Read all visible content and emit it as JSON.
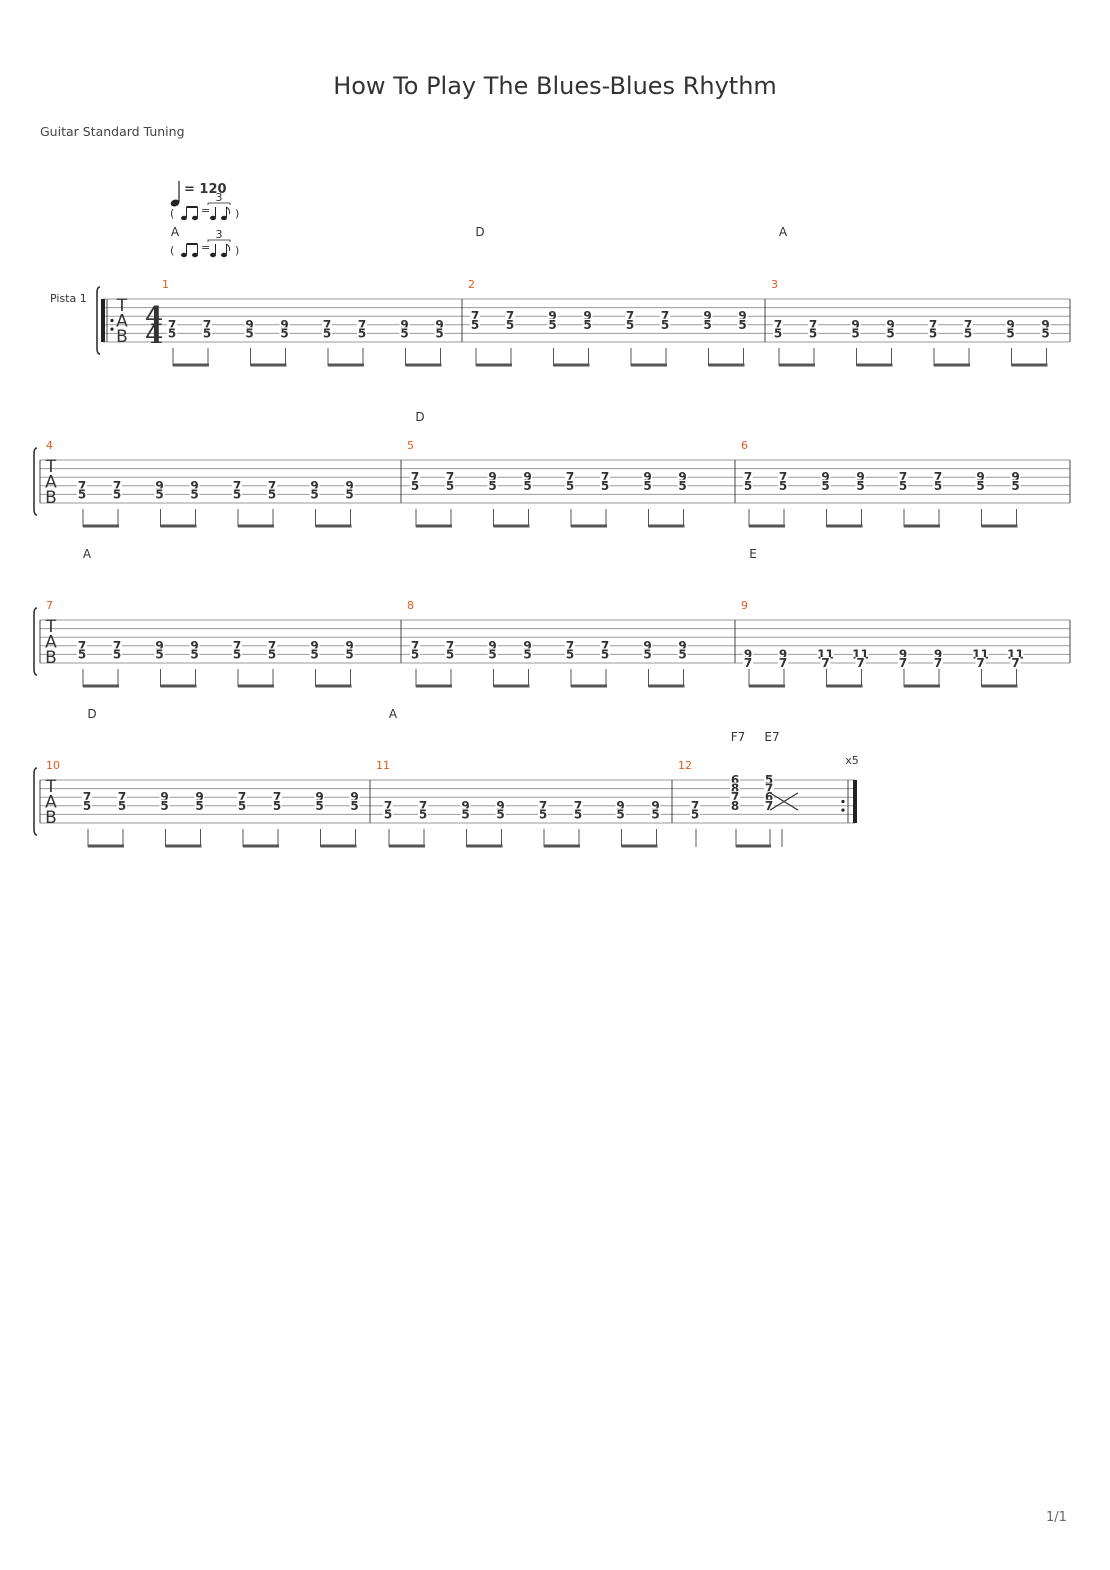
{
  "title": "How To Play The Blues-Blues Rhythm",
  "tuning": "Guitar Standard Tuning",
  "track_name": "Pista 1",
  "tempo": "= 120",
  "swing_triplet_mark": "3",
  "time_signature": {
    "top": "4",
    "bottom": "4"
  },
  "tab_letters": [
    "T",
    "A",
    "B"
  ],
  "repeat_count": "x5",
  "page_number": "1/1",
  "systems": [
    {
      "bars": [
        {
          "number": "1",
          "chords": [
            {
              "name": "A",
              "beat": -2
            }
          ],
          "beats": [
            [
              [
                "7",
                4
              ],
              [
                "5",
                5
              ]
            ],
            [
              [
                "7",
                4
              ],
              [
                "5",
                5
              ]
            ],
            [
              [
                "9",
                4
              ],
              [
                "5",
                5
              ]
            ],
            [
              [
                "9",
                4
              ],
              [
                "5",
                5
              ]
            ],
            [
              [
                "7",
                4
              ],
              [
                "5",
                5
              ]
            ],
            [
              [
                "7",
                4
              ],
              [
                "5",
                5
              ]
            ],
            [
              [
                "9",
                4
              ],
              [
                "5",
                5
              ]
            ],
            [
              [
                "9",
                4
              ],
              [
                "5",
                5
              ]
            ]
          ]
        },
        {
          "number": "2",
          "chords": [
            {
              "name": "D",
              "beat": 0
            }
          ],
          "beats": [
            [
              [
                "7",
                3
              ],
              [
                "5",
                4
              ]
            ],
            [
              [
                "7",
                3
              ],
              [
                "5",
                4
              ]
            ],
            [
              [
                "9",
                3
              ],
              [
                "5",
                4
              ]
            ],
            [
              [
                "9",
                3
              ],
              [
                "5",
                4
              ]
            ],
            [
              [
                "7",
                3
              ],
              [
                "5",
                4
              ]
            ],
            [
              [
                "7",
                3
              ],
              [
                "5",
                4
              ]
            ],
            [
              [
                "9",
                3
              ],
              [
                "5",
                4
              ]
            ],
            [
              [
                "9",
                3
              ],
              [
                "5",
                4
              ]
            ]
          ]
        },
        {
          "number": "3",
          "chords": [
            {
              "name": "A",
              "beat": 0
            }
          ],
          "beats": [
            [
              [
                "7",
                4
              ],
              [
                "5",
                5
              ]
            ],
            [
              [
                "7",
                4
              ],
              [
                "5",
                5
              ]
            ],
            [
              [
                "9",
                4
              ],
              [
                "5",
                5
              ]
            ],
            [
              [
                "9",
                4
              ],
              [
                "5",
                5
              ]
            ],
            [
              [
                "7",
                4
              ],
              [
                "5",
                5
              ]
            ],
            [
              [
                "7",
                4
              ],
              [
                "5",
                5
              ]
            ],
            [
              [
                "9",
                4
              ],
              [
                "5",
                5
              ]
            ],
            [
              [
                "9",
                4
              ],
              [
                "5",
                5
              ]
            ]
          ]
        }
      ]
    },
    {
      "bars": [
        {
          "number": "4",
          "chords": [],
          "beats": [
            [
              [
                "7",
                4
              ],
              [
                "5",
                5
              ]
            ],
            [
              [
                "7",
                4
              ],
              [
                "5",
                5
              ]
            ],
            [
              [
                "9",
                4
              ],
              [
                "5",
                5
              ]
            ],
            [
              [
                "9",
                4
              ],
              [
                "5",
                5
              ]
            ],
            [
              [
                "7",
                4
              ],
              [
                "5",
                5
              ]
            ],
            [
              [
                "7",
                4
              ],
              [
                "5",
                5
              ]
            ],
            [
              [
                "9",
                4
              ],
              [
                "5",
                5
              ]
            ],
            [
              [
                "9",
                4
              ],
              [
                "5",
                5
              ]
            ]
          ]
        },
        {
          "number": "5",
          "chords": [
            {
              "name": "D",
              "beat": 0
            }
          ],
          "beats": [
            [
              [
                "7",
                3
              ],
              [
                "5",
                4
              ]
            ],
            [
              [
                "7",
                3
              ],
              [
                "5",
                4
              ]
            ],
            [
              [
                "9",
                3
              ],
              [
                "5",
                4
              ]
            ],
            [
              [
                "9",
                3
              ],
              [
                "5",
                4
              ]
            ],
            [
              [
                "7",
                3
              ],
              [
                "5",
                4
              ]
            ],
            [
              [
                "7",
                3
              ],
              [
                "5",
                4
              ]
            ],
            [
              [
                "9",
                3
              ],
              [
                "5",
                4
              ]
            ],
            [
              [
                "9",
                3
              ],
              [
                "5",
                4
              ]
            ]
          ]
        },
        {
          "number": "6",
          "chords": [],
          "beats": [
            [
              [
                "7",
                3
              ],
              [
                "5",
                4
              ]
            ],
            [
              [
                "7",
                3
              ],
              [
                "5",
                4
              ]
            ],
            [
              [
                "9",
                3
              ],
              [
                "5",
                4
              ]
            ],
            [
              [
                "9",
                3
              ],
              [
                "5",
                4
              ]
            ],
            [
              [
                "7",
                3
              ],
              [
                "5",
                4
              ]
            ],
            [
              [
                "7",
                3
              ],
              [
                "5",
                4
              ]
            ],
            [
              [
                "9",
                3
              ],
              [
                "5",
                4
              ]
            ],
            [
              [
                "9",
                3
              ],
              [
                "5",
                4
              ]
            ]
          ]
        }
      ]
    },
    {
      "bars": [
        {
          "number": "7",
          "chords": [
            {
              "name": "A",
              "beat": 0
            }
          ],
          "beats": [
            [
              [
                "7",
                4
              ],
              [
                "5",
                5
              ]
            ],
            [
              [
                "7",
                4
              ],
              [
                "5",
                5
              ]
            ],
            [
              [
                "9",
                4
              ],
              [
                "5",
                5
              ]
            ],
            [
              [
                "9",
                4
              ],
              [
                "5",
                5
              ]
            ],
            [
              [
                "7",
                4
              ],
              [
                "5",
                5
              ]
            ],
            [
              [
                "7",
                4
              ],
              [
                "5",
                5
              ]
            ],
            [
              [
                "9",
                4
              ],
              [
                "5",
                5
              ]
            ],
            [
              [
                "9",
                4
              ],
              [
                "5",
                5
              ]
            ]
          ]
        },
        {
          "number": "8",
          "chords": [],
          "beats": [
            [
              [
                "7",
                4
              ],
              [
                "5",
                5
              ]
            ],
            [
              [
                "7",
                4
              ],
              [
                "5",
                5
              ]
            ],
            [
              [
                "9",
                4
              ],
              [
                "5",
                5
              ]
            ],
            [
              [
                "9",
                4
              ],
              [
                "5",
                5
              ]
            ],
            [
              [
                "7",
                4
              ],
              [
                "5",
                5
              ]
            ],
            [
              [
                "7",
                4
              ],
              [
                "5",
                5
              ]
            ],
            [
              [
                "9",
                4
              ],
              [
                "5",
                5
              ]
            ],
            [
              [
                "9",
                4
              ],
              [
                "5",
                5
              ]
            ]
          ]
        },
        {
          "number": "9",
          "chords": [
            {
              "name": "E",
              "beat": 0
            }
          ],
          "beats": [
            [
              [
                "9",
                5
              ],
              [
                "7",
                6
              ]
            ],
            [
              [
                "9",
                5
              ],
              [
                "7",
                6
              ]
            ],
            [
              [
                "11",
                5
              ],
              [
                "7",
                6
              ]
            ],
            [
              [
                "11",
                5
              ],
              [
                "7",
                6
              ]
            ],
            [
              [
                "9",
                5
              ],
              [
                "7",
                6
              ]
            ],
            [
              [
                "9",
                5
              ],
              [
                "7",
                6
              ]
            ],
            [
              [
                "11",
                5
              ],
              [
                "7",
                6
              ]
            ],
            [
              [
                "11",
                5
              ],
              [
                "7",
                6
              ]
            ]
          ]
        }
      ]
    },
    {
      "bars": [
        {
          "number": "10",
          "chords": [
            {
              "name": "D",
              "beat": 0
            }
          ],
          "beats": [
            [
              [
                "7",
                3
              ],
              [
                "5",
                4
              ]
            ],
            [
              [
                "7",
                3
              ],
              [
                "5",
                4
              ]
            ],
            [
              [
                "9",
                3
              ],
              [
                "5",
                4
              ]
            ],
            [
              [
                "9",
                3
              ],
              [
                "5",
                4
              ]
            ],
            [
              [
                "7",
                3
              ],
              [
                "5",
                4
              ]
            ],
            [
              [
                "7",
                3
              ],
              [
                "5",
                4
              ]
            ],
            [
              [
                "9",
                3
              ],
              [
                "5",
                4
              ]
            ],
            [
              [
                "9",
                3
              ],
              [
                "5",
                4
              ]
            ]
          ]
        },
        {
          "number": "11",
          "chords": [
            {
              "name": "A",
              "beat": 0
            }
          ],
          "beats": [
            [
              [
                "7",
                4
              ],
              [
                "5",
                5
              ]
            ],
            [
              [
                "7",
                4
              ],
              [
                "5",
                5
              ]
            ],
            [
              [
                "9",
                4
              ],
              [
                "5",
                5
              ]
            ],
            [
              [
                "9",
                4
              ],
              [
                "5",
                5
              ]
            ],
            [
              [
                "7",
                4
              ],
              [
                "5",
                5
              ]
            ],
            [
              [
                "7",
                4
              ],
              [
                "5",
                5
              ]
            ],
            [
              [
                "9",
                4
              ],
              [
                "5",
                5
              ]
            ],
            [
              [
                "9",
                4
              ],
              [
                "5",
                5
              ]
            ]
          ]
        },
        {
          "number": "12",
          "chords": [
            {
              "name": "F7",
              "beat": 1
            },
            {
              "name": "E7",
              "beat": 2
            }
          ],
          "beats": [
            [
              [
                "7",
                4
              ],
              [
                "5",
                5
              ]
            ],
            [
              [
                "6",
                1
              ],
              [
                "8",
                2
              ],
              [
                "7",
                3
              ],
              [
                "8",
                4
              ]
            ],
            [
              [
                "5",
                1
              ],
              [
                "7",
                2
              ],
              [
                "6",
                3
              ],
              [
                "7",
                4
              ]
            ]
          ]
        }
      ]
    }
  ]
}
